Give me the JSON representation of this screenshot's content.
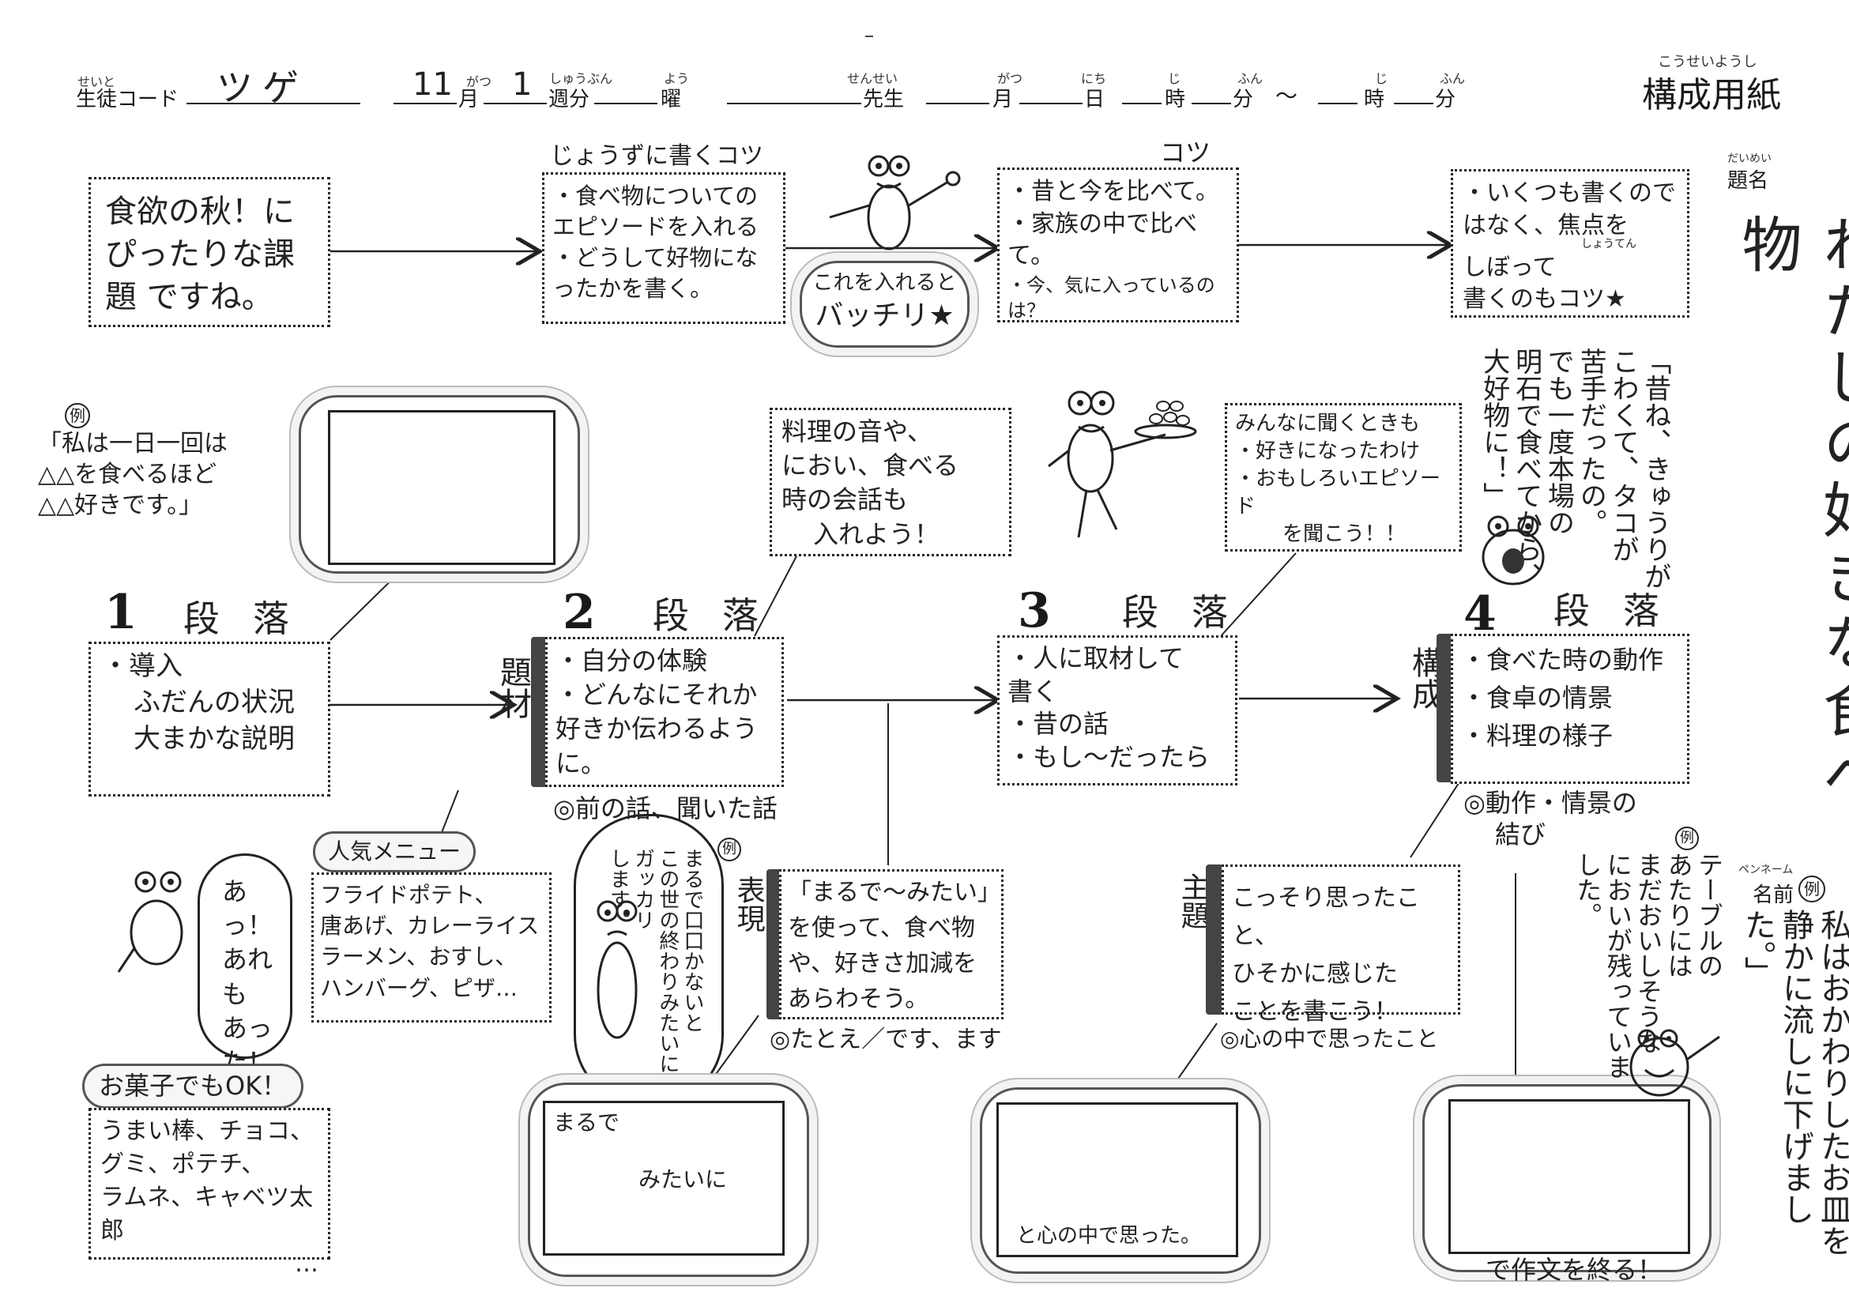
{
  "header": {
    "furigana": {
      "seito": "せいと",
      "gatsu": "がつ",
      "shuubun": "しゅうぶん",
      "you": "よう",
      "sensei": "せんせい",
      "gatsu2": "がつ",
      "nichi": "にち",
      "ji": "じ",
      "fun": "ふん",
      "ji2": "じ",
      "fun2": "ふん",
      "kousei": "こうせいようし"
    },
    "student_code_label": "生徒コード",
    "student_code_value": "ツゲ",
    "month_value": "11",
    "month_label": "月",
    "week_value": "1",
    "week_label": "週分",
    "weekday_label": "曜",
    "teacher_label": "先生",
    "date_month_label": "月",
    "date_day_label": "日",
    "hour_label": "時",
    "minute_label": "分",
    "tilde": "～",
    "hour_label2": "時",
    "minute_label2": "分",
    "form_title": "構成用紙"
  },
  "title_area": {
    "daimei_ruby": "だいめい",
    "daimei_label": "題名",
    "title_vertical": "わたしの好きな食べ物"
  },
  "top_row": {
    "box1": "食欲の秋！に ぴったりな課題 ですね。",
    "box2_header": "じょうずに書くコツ",
    "box2_lines": [
      "・食べ物についての",
      "エピソードを入れる",
      "・どうして好物にな",
      "ったかを書く。"
    ],
    "cloud_bacchiri": [
      "これを入れると",
      "バッチリ★"
    ],
    "box3_header": "コツ",
    "box3_lines": [
      "・昔と今を比べて。",
      "・家族の中で比べ",
      "て。",
      "・今、気に入っているのは？"
    ],
    "box4_lines": [
      "・いくつも書くので",
      "はなく、焦点を",
      "しょうてん",
      "しぼって",
      "書くのもコツ★"
    ]
  },
  "example_left": {
    "rei": "例",
    "text": [
      "「私は一日一回は",
      "△△を食べるほど",
      "△△好きです。」"
    ]
  },
  "example_right_vertical": {
    "text": [
      "「昔ね、きゅうりが",
      "こわくて、タコが",
      "苦手だったの。",
      "でも一度本場の",
      "明石で食べてから、",
      "大好物に！」"
    ]
  },
  "paragraph1": {
    "number": "1",
    "label": "段落",
    "lines": [
      "・導入",
      "ふだんの状況",
      "大まかな説明"
    ]
  },
  "paragraph2": {
    "number": "2",
    "label": "段落",
    "side_label": "題材",
    "lines": [
      "・自分の体験",
      "・どんなにそれか",
      "好きか伝わるように。"
    ],
    "note": "◎前の話、聞いた話"
  },
  "paragraph3": {
    "number": "3",
    "label": "段落",
    "lines": [
      "・人に取材して",
      "書く",
      "・昔の話",
      "・もし～だったら"
    ]
  },
  "paragraph4": {
    "number": "4",
    "label": "段落",
    "side_label": "構成",
    "lines": [
      "・食べた時の動作",
      "・食卓の情景",
      "・料理の様子"
    ],
    "note": [
      "◎動作・情景の",
      "結び"
    ]
  },
  "cooking_note": [
    "料理の音や、",
    "におい、食べる",
    "時の会話も",
    "入れよう！"
  ],
  "interview_note": [
    "みんなに聞くときも",
    "・好きになったわけ",
    "・おもしろいエピソード",
    "を聞こう！！"
  ],
  "popular_menu": {
    "header": "人気メニュー",
    "lines": [
      "フライドポテト、",
      "唐あげ、カレーライス",
      "ラーメン、おすし、",
      "ハンバーグ、ピザ…"
    ]
  },
  "frog_speech": [
    "あっ！",
    "あれも",
    "あった！"
  ],
  "sweets": {
    "header": "お菓子でもOK！",
    "lines": [
      "うまい棒、チョコ、",
      "グミ、ポテチ、",
      "ラムネ、キャベツ太郎",
      "…"
    ]
  },
  "expression": {
    "side_label": "表現",
    "rei": "例",
    "vertical_example": [
      "まるで口口かないと",
      "この世の終わりみたいに",
      "ガッカリ",
      "します。"
    ],
    "lines": [
      "「まるで～みたい」",
      "を使って、食べ物",
      "や、好きさ加減を",
      "あらわそう。"
    ],
    "note": "◎たとえ／です、ます"
  },
  "theme": {
    "side_label": "主題",
    "lines": [
      "こっそり思ったこと、",
      "ひそかに感じた",
      "ことを書こう！"
    ],
    "note": "◎心の中で思ったこと"
  },
  "bottom_clouds": {
    "c1_top": "まるで",
    "c1_mid": "みたいに",
    "c2_bottom": "と心の中で思った。",
    "c3_bottom": "で作文を終る！"
  },
  "right_example_vertical": {
    "rei": "例",
    "text": [
      "テーブルの",
      "あたりには",
      "まだおいしそうな",
      "においが残っていました。"
    ]
  },
  "pen_name": {
    "ruby": "ペンネーム",
    "label": "名前",
    "rei": "例",
    "text": [
      "私はおかわりしたお皿を",
      "静かに流しに下げました。」"
    ]
  }
}
